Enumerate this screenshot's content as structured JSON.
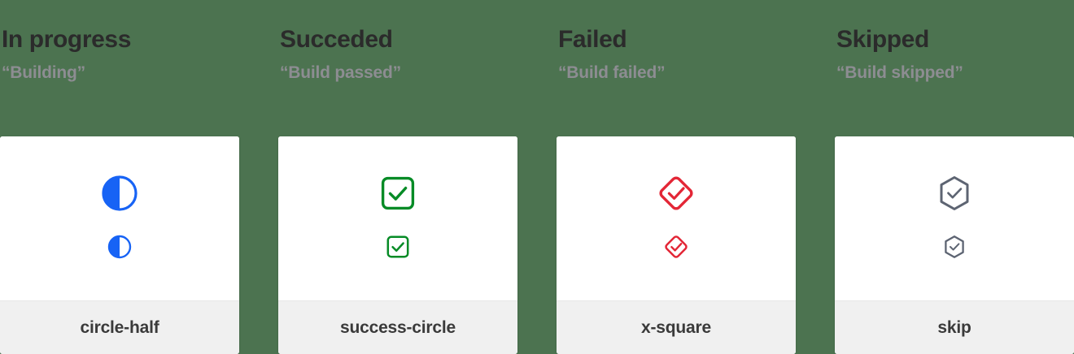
{
  "page": {
    "background_color": "#4c7350",
    "title_color": "#2b2b2b",
    "subtitle_color": "#8d8d92",
    "card_background": "#ffffff",
    "card_footer_background": "#f0f0f0"
  },
  "columns": [
    {
      "title": "In progress",
      "subtitle": "“Building”",
      "icon_name": "circle-half-icon",
      "icon_color": "#1763f5",
      "card_label": "circle-half"
    },
    {
      "title": "Succeded",
      "subtitle": "“Build passed”",
      "icon_name": "success-circle-icon",
      "icon_color": "#068b26",
      "card_label": "success-circle"
    },
    {
      "title": "Failed",
      "subtitle": "“Build failed”",
      "icon_name": "x-square-icon",
      "icon_color": "#e32636",
      "card_label": "x-square"
    },
    {
      "title": "Skipped",
      "subtitle": "“Build skipped”",
      "icon_name": "skip-icon",
      "icon_color": "#5d6472",
      "card_label": "skip"
    }
  ]
}
